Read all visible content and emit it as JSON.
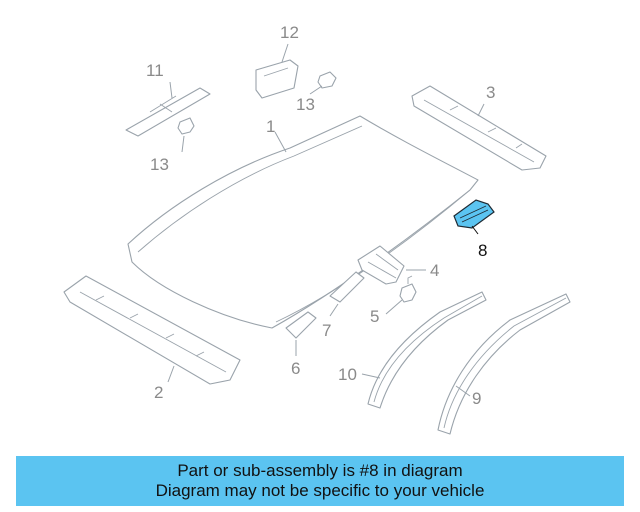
{
  "diagram": {
    "callouts": [
      {
        "id": "1",
        "label": "1"
      },
      {
        "id": "2",
        "label": "2"
      },
      {
        "id": "3",
        "label": "3"
      },
      {
        "id": "4",
        "label": "4"
      },
      {
        "id": "5",
        "label": "5"
      },
      {
        "id": "6",
        "label": "6"
      },
      {
        "id": "7",
        "label": "7"
      },
      {
        "id": "8",
        "label": "8"
      },
      {
        "id": "9",
        "label": "9"
      },
      {
        "id": "10",
        "label": "10"
      },
      {
        "id": "11",
        "label": "11"
      },
      {
        "id": "12",
        "label": "12"
      },
      {
        "id": "13a",
        "label": "13"
      },
      {
        "id": "13b",
        "label": "13"
      }
    ],
    "highlighted_part": "8",
    "highlight_color": "#5bc4f1"
  },
  "banner": {
    "line1": "Part or sub-assembly is #8 in diagram",
    "line2": "Diagram may not be specific to your vehicle",
    "background": "#5bc4f1"
  }
}
